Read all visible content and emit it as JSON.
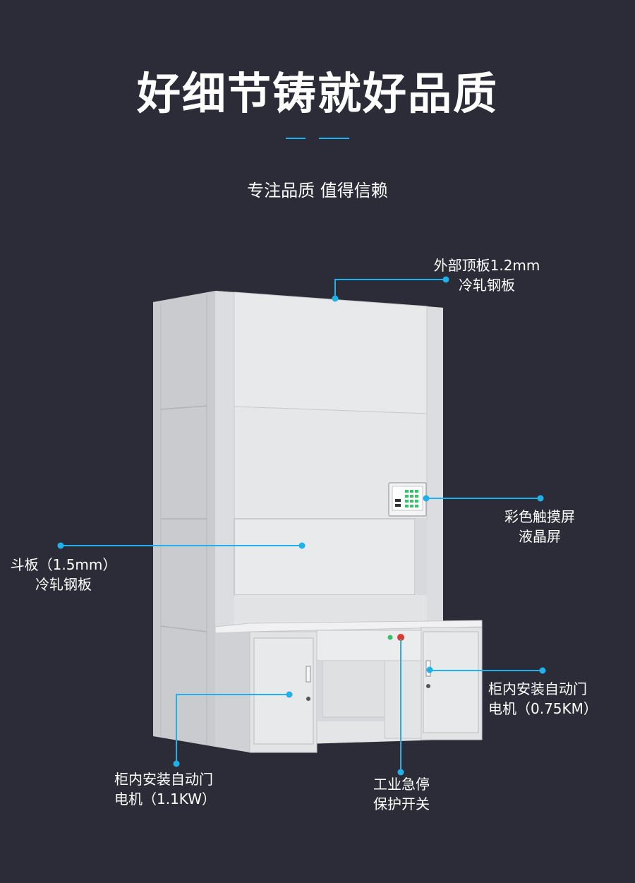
{
  "header": {
    "title": "好细节铸就好品质",
    "subtitle": "专注品质 值得信赖",
    "accent_color": "#1fb1e8"
  },
  "callouts": {
    "top_panel": {
      "line1": "外部顶板1.2mm",
      "line2": "冷轧钢板"
    },
    "touch_screen": {
      "line1": "彩色触摸屏",
      "line2": "液晶屏"
    },
    "bucket_plate": {
      "line1": "斗板（1.5mm）",
      "line2": "冷轧钢板"
    },
    "right_door_motor": {
      "line1": "柜内安装自动门",
      "line2": "电机（0.75KM）"
    },
    "left_door_motor": {
      "line1": "柜内安装自动门",
      "line2": "电机（1.1KW）"
    },
    "emergency_stop": {
      "line1": "工业急停",
      "line2": "保护开关"
    }
  }
}
